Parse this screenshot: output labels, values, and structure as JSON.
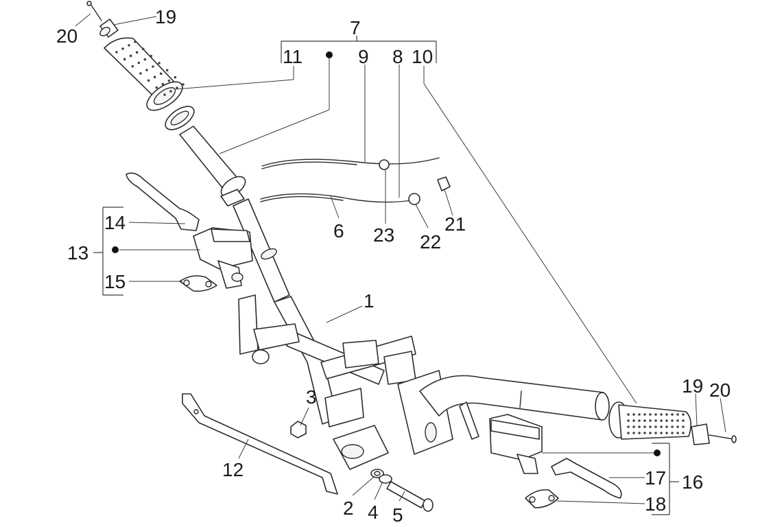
{
  "callouts": {
    "c1": "1",
    "c2": "2",
    "c3": "3",
    "c4": "4",
    "c5": "5",
    "c6": "6",
    "c7": "7",
    "c8": "8",
    "c9": "9",
    "c10": "10",
    "c11": "11",
    "c12": "12",
    "c13": "13",
    "c14": "14",
    "c15": "15",
    "c16": "16",
    "c17": "17",
    "c18": "18",
    "c19a": "19",
    "c19b": "19",
    "c20a": "20",
    "c20b": "20",
    "c21": "21",
    "c22": "22",
    "c23": "23"
  },
  "colors": {
    "line": "#2b2b2b",
    "background": "#ffffff",
    "text": "#1a1a1a"
  }
}
